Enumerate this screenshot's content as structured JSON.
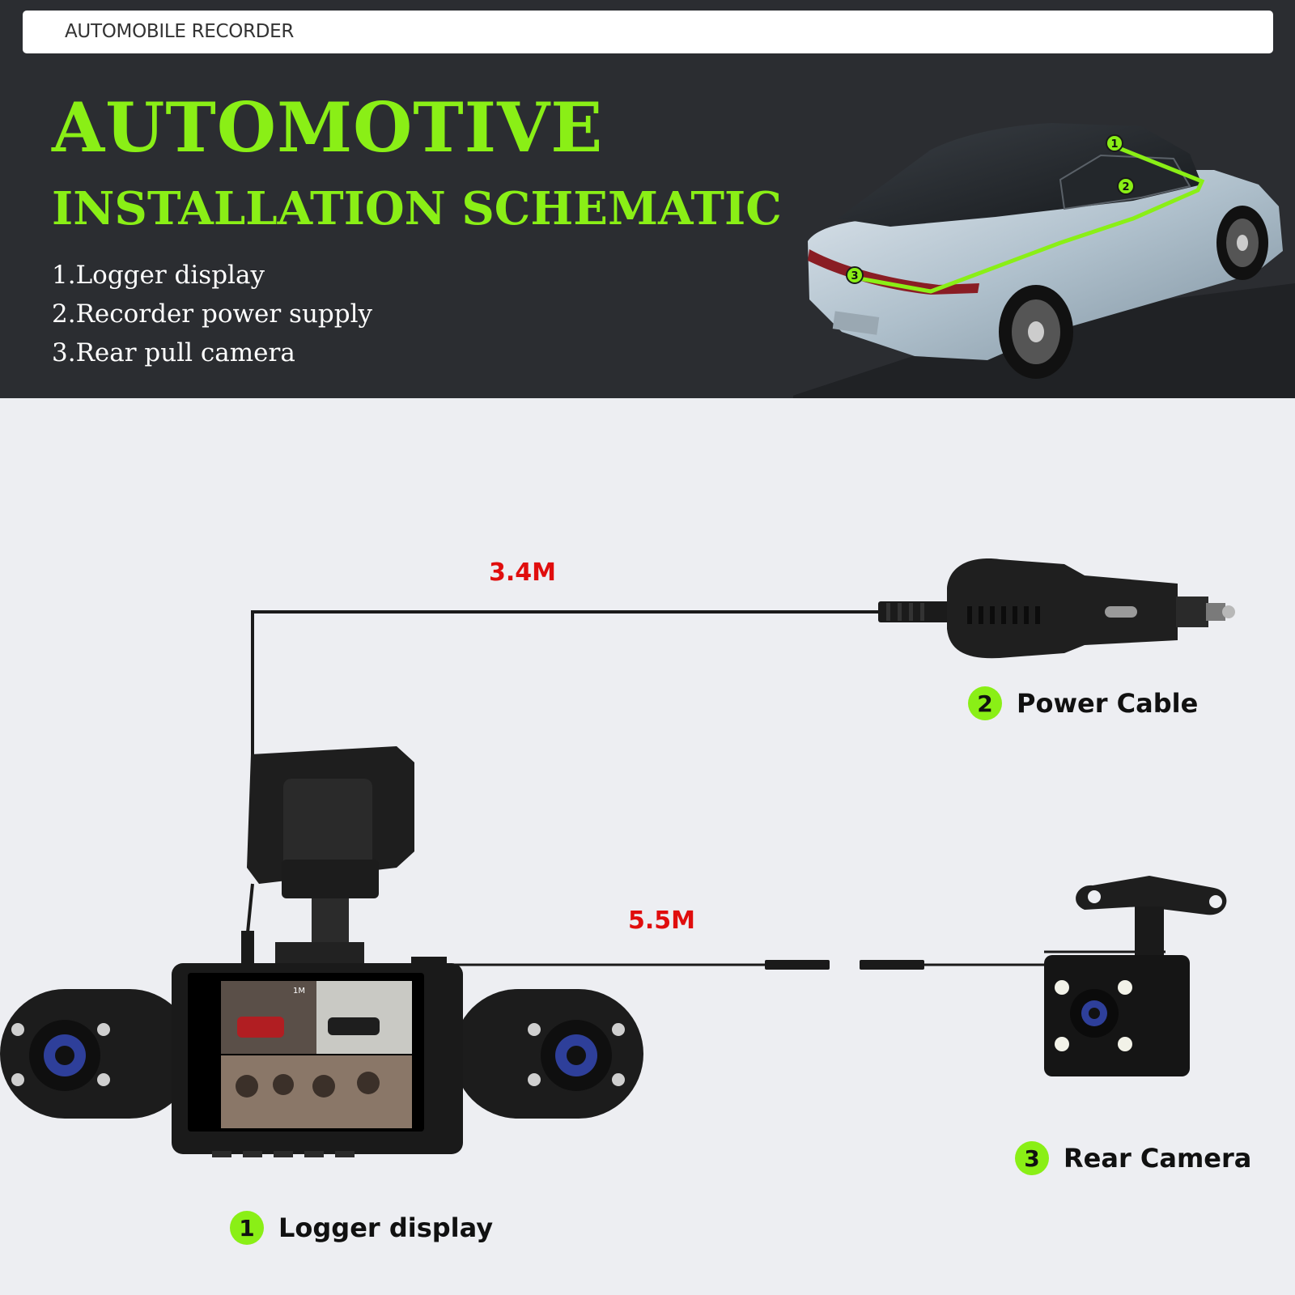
{
  "header": {
    "brand": "AUTOMOBILE RECORDER",
    "title_line1": "AUTOMOTIVE",
    "title_line2": "INSTALLATION SCHEMATIC",
    "legend": [
      "1.Logger display",
      "2.Recorder power supply",
      "3.Rear pull camera"
    ],
    "car_markers": [
      "1",
      "2",
      "3"
    ]
  },
  "diagram": {
    "power_cable_length": "3.4M",
    "rear_cable_length": "5.5M",
    "screen_overlay": "1M",
    "parts": [
      {
        "number": "1",
        "label": "Logger display"
      },
      {
        "number": "2",
        "label": "Power Cable"
      },
      {
        "number": "3",
        "label": "Rear Camera"
      }
    ]
  },
  "colors": {
    "accent_green": "#8aef16",
    "header_bg": "#2b2d31",
    "page_bg": "#edeef2",
    "length_red": "#e00d0d"
  },
  "icons": [
    "car-illustration",
    "car-charger-icon",
    "dashcam-icon",
    "rear-camera-icon"
  ]
}
